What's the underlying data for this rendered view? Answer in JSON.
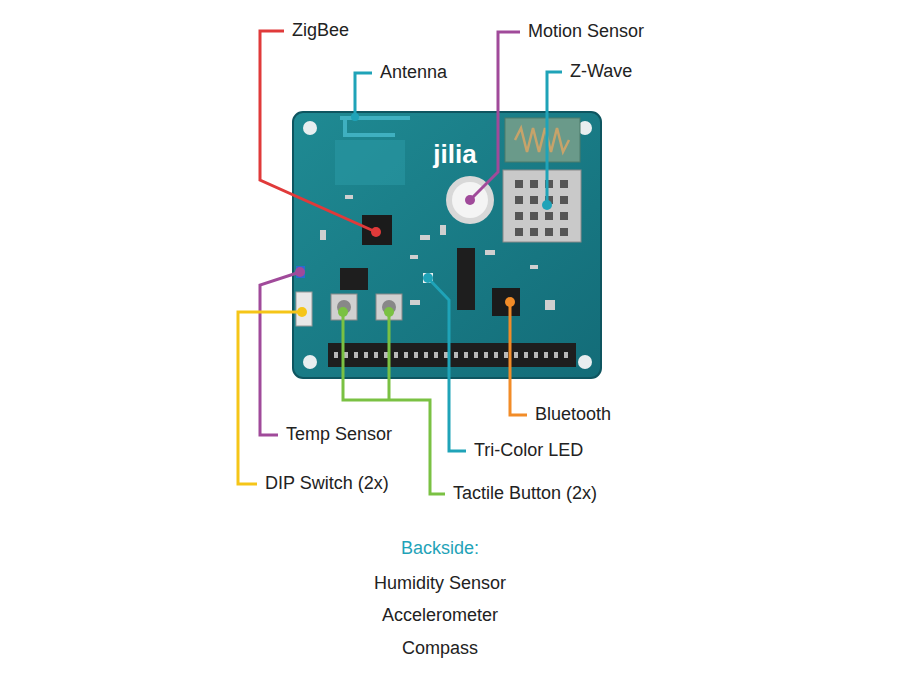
{
  "diagram": {
    "labels": [
      "ZigBee",
      "Antenna",
      "Motion Sensor",
      "Z-Wave",
      "jilia",
      "Bluetooth",
      "Temp Sensor",
      "Tri-Color LED",
      "DIP Switch (2x)",
      "Tactile Button (2x)",
      "Backside:",
      "Humidity Sensor",
      "Accelerometer",
      "Compass"
    ]
  }
}
